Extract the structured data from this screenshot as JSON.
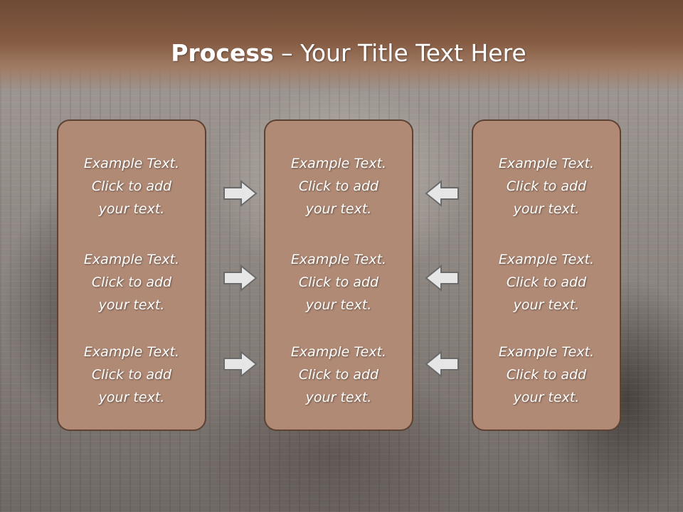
{
  "slide": {
    "title_bold": "Process",
    "title_rest": " – Your Title Text Here"
  },
  "columns": [
    {
      "entries": [
        "Example Text.\nClick  to add\nyour text.",
        "Example Text.\nClick  to add\nyour text.",
        "Example Text.\nClick  to add\nyour text."
      ]
    },
    {
      "entries": [
        "Example Text.\nClick  to add\nyour text.",
        "Example Text.\nClick  to add\nyour text.",
        "Example Text.\nClick  to add\nyour text."
      ]
    },
    {
      "entries": [
        "Example Text.\nClick  to add\nyour text.",
        "Example Text.\nClick  to add\nyour text.",
        "Example Text.\nClick  to add\nyour text."
      ]
    }
  ],
  "arrows": {
    "left_group": "right-arrow-icon",
    "right_group": "left-arrow-icon"
  },
  "colors": {
    "title_bar": "#855b42",
    "box_fill": "#b08a75",
    "box_border": "#5d4132",
    "arrow_fill": "#e6e6e6",
    "arrow_stroke": "#6a6a6a"
  }
}
